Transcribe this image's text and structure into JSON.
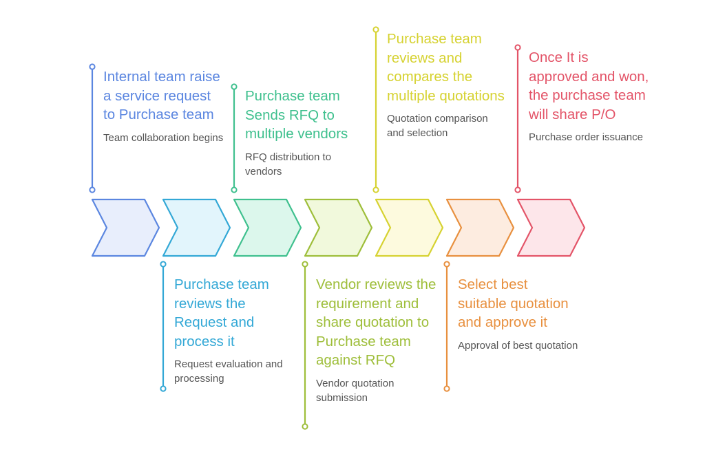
{
  "steps": [
    {
      "title": "Internal team raise a service request to Purchase team",
      "description": "Team collaboration begins",
      "position": "top",
      "color": "#5b86e0",
      "fill": "#e8eefc"
    },
    {
      "title": "Purchase team reviews the Request and process it",
      "description": "Request evaluation and processing",
      "position": "bottom",
      "color": "#33a8d6",
      "fill": "#e2f5fc"
    },
    {
      "title": "Purchase team Sends RFQ to multiple vendors",
      "description": "RFQ distribution to vendors",
      "position": "top",
      "color": "#3fc08e",
      "fill": "#dcf7ec"
    },
    {
      "title": "Vendor reviews the requirement and share quotation to Purchase team against RFQ",
      "description": "Vendor quotation submission",
      "position": "bottom",
      "color": "#9ebe3a",
      "fill": "#f1f9dc"
    },
    {
      "title": "Purchase team reviews and compares the multiple quotations",
      "description": "Quotation comparison and selection",
      "position": "top",
      "color": "#d6d231",
      "fill": "#fdfade"
    },
    {
      "title": "Select best suitable quotation and approve it",
      "description": "Approval of best quotation",
      "position": "bottom",
      "color": "#e8903f",
      "fill": "#fdece0"
    },
    {
      "title": "Once It is approved and won, the purchase team will share P/O",
      "description": "Purchase order issuance",
      "position": "top",
      "color": "#e35468",
      "fill": "#fde6ea"
    }
  ]
}
